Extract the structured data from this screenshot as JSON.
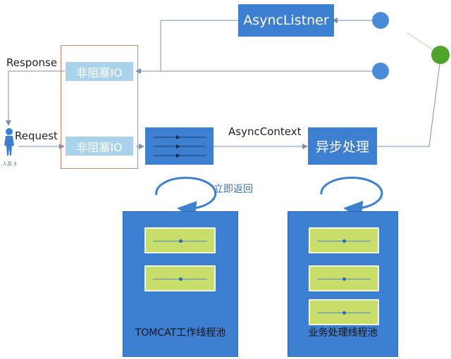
{
  "labels": {
    "response": "Response",
    "request": "Request",
    "async_context": "AsyncContext",
    "return_immediately": "立即返回",
    "user_caption": "人员 3"
  },
  "boxes": {
    "async_listener": "AsyncListner",
    "nonblocking_io_top": "非阻塞IO",
    "nonblocking_io_bottom": "非阻塞IO",
    "async_processing": "异步处理"
  },
  "pools": {
    "tomcat": "TOMCAT工作线程池",
    "business": "业务处理线程池"
  },
  "colors": {
    "primary_blue": "#3d7fd1",
    "light_blue": "#a9d3ea",
    "worker_green": "#c9dd6a",
    "node_green": "#52a32e",
    "container_border": "#d9826a"
  }
}
